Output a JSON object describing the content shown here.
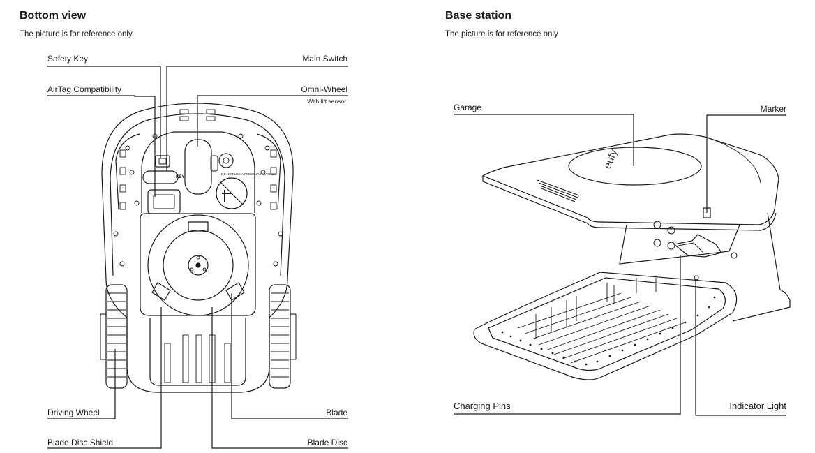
{
  "left_panel": {
    "title": "Bottom view",
    "subtitle": "The picture is for reference only",
    "labels": {
      "safety_key": "Safety Key",
      "airtag": "AirTag Compatibility",
      "main_switch": "Main Switch",
      "omni_wheel": "Omni-Wheel",
      "omni_wheel_note": "With lift sensor",
      "driving_wheel": "Driving Wheel",
      "blade": "Blade",
      "blade_disc_shield": "Blade Disc Shield",
      "blade_disc": "Blade Disc"
    },
    "device_text": {
      "key": "KEY",
      "warning": "DO NOT USE A PRESSURE WASHER"
    }
  },
  "right_panel": {
    "title": "Base station",
    "subtitle": "The picture is for reference only",
    "labels": {
      "garage": "Garage",
      "marker": "Marker",
      "charging_pins": "Charging Pins",
      "indicator_light": "Indicator Light"
    },
    "device_text": {
      "logo": "eufy"
    }
  },
  "colors": {
    "line": "#1a1a1a",
    "background": "#ffffff"
  }
}
